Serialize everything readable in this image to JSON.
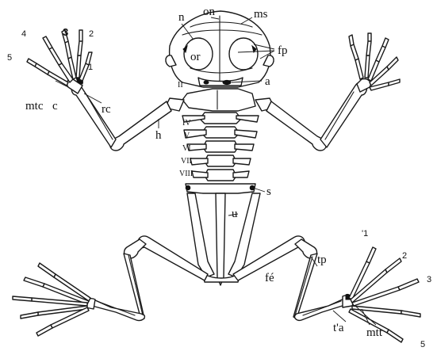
{
  "labels": {
    "n": "n",
    "on": "on",
    "ms": "ms",
    "or": "or",
    "fp": "fp",
    "a": "a",
    "mtc": "mtc",
    "c": "c",
    "rc": "rc",
    "h": "h",
    "s": "s",
    "u": "u",
    "fe": "fé",
    "tp": "tp",
    "ta": "t'a",
    "mtt": "mtt"
  },
  "vertebrae": [
    "II",
    "IV",
    "V",
    "VI",
    "VII",
    "VIII"
  ],
  "hand_digits": [
    "1",
    "2",
    "3",
    "4",
    "5"
  ],
  "foot_digits": [
    "'1",
    "2",
    "3",
    "5"
  ]
}
